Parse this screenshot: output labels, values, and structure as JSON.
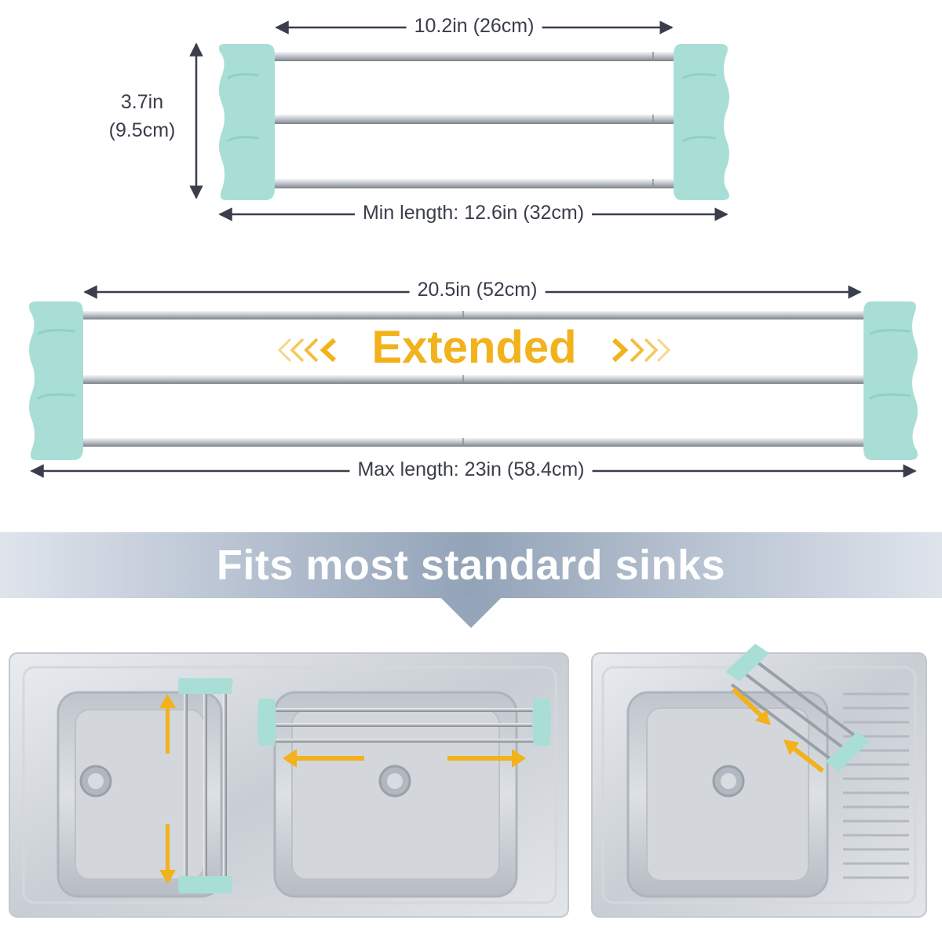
{
  "top_rack": {
    "rod_width": "10.2in (26cm)",
    "height_in": "3.7in",
    "height_cm": "(9.5cm)",
    "min_length": "Min length: 12.6in (32cm)"
  },
  "extended_rack": {
    "rod_width": "20.5in (52cm)",
    "label": "Extended",
    "max_length": "Max length: 23in (58.4cm)"
  },
  "banner": {
    "title": "Fits most standard sinks"
  },
  "colors": {
    "end_cap": "#a9ded6",
    "arrow_orange": "#f2b21b",
    "banner": "#93a3b8",
    "dimension_line": "#3a3d4a"
  },
  "icons": [
    "double-arrow-icon",
    "chevrons-left-icon",
    "chevrons-right-icon",
    "drain-icon"
  ]
}
